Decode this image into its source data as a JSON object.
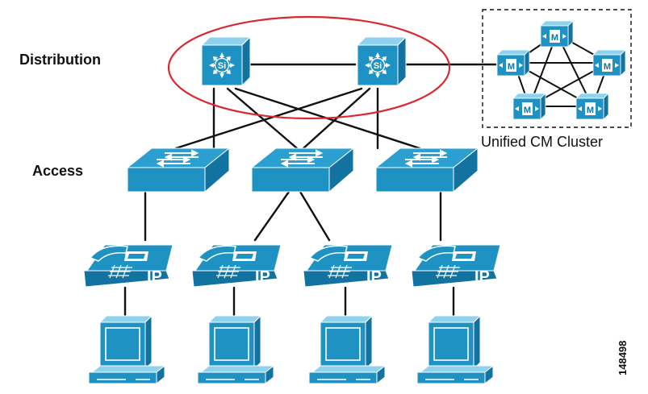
{
  "tiers": {
    "distribution": "Distribution",
    "access": "Access"
  },
  "cluster": {
    "label": "Unified CM Cluster",
    "server_glyph": "M",
    "server_count": 5
  },
  "distribution_switches": {
    "glyph": "Si",
    "count": 2,
    "icon": "layer3-switch-icon"
  },
  "access_switches": {
    "count": 3,
    "icon": "workgroup-switch-icon"
  },
  "ip_phones": {
    "label": "IP",
    "count": 4,
    "icon": "ip-phone-icon"
  },
  "workstations": {
    "count": 4,
    "icon": "workstation-icon"
  },
  "figure_id": "148498",
  "colors": {
    "device_blue": "#1e92c2",
    "device_dark": "#1273a0",
    "device_light": "#8fd2ee",
    "highlight_ring": "#d9292e",
    "link": "#111111"
  }
}
